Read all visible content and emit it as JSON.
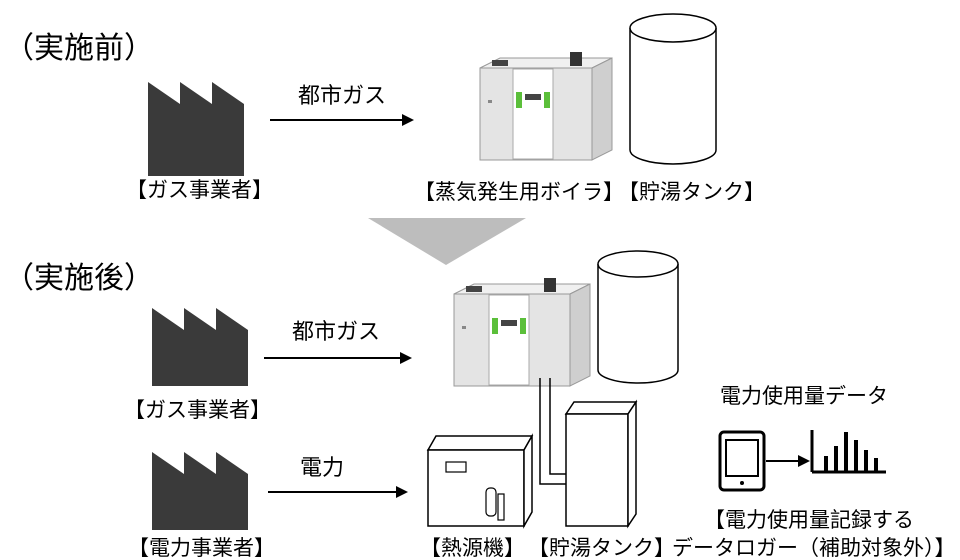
{
  "before": {
    "section_label": "（実施前）",
    "gas_supplier_label": "【ガス事業者】",
    "arrow_label": "都市ガス",
    "boiler_label": "【蒸気発生用ボイラ】",
    "tank_label": "【貯湯タンク】"
  },
  "after": {
    "section_label": "（実施後）",
    "gas_supplier_label": "【ガス事業者】",
    "gas_arrow_label": "都市ガス",
    "power_supplier_label": "【電力事業者】",
    "power_arrow_label": "電力",
    "heat_source_label": "【熱源機】",
    "tank_label": "【貯湯タンク】",
    "data_label": "電力使用量データ",
    "logger_label_line1": "【電力使用量記録する",
    "logger_label_line2": "データロガー（補助対象外）】"
  },
  "colors": {
    "factory": "#3a3a3a",
    "transition_arrow": "#bdbdbd",
    "boiler_body": "#e4e4e4",
    "boiler_accent": "#5bbf3a"
  }
}
